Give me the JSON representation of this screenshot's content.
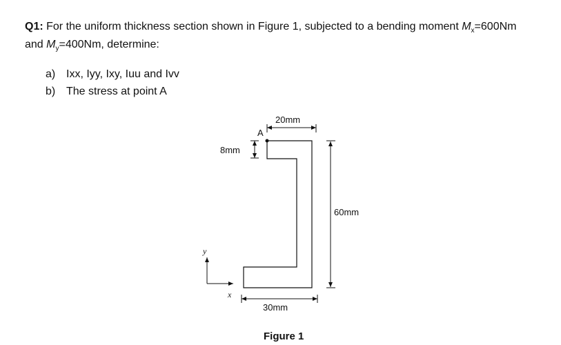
{
  "question": {
    "label": "Q1:",
    "line1_text": " For the uniform thickness section shown in Figure 1, subjected to a bending moment ",
    "mx_symbol": "M",
    "mx_sub": "x",
    "mx_value": "=600Nm",
    "line2_pre": "and ",
    "my_symbol": "M",
    "my_sub": "y",
    "my_value": "=400Nm, determine:"
  },
  "items": [
    {
      "marker": "a)",
      "text": "Ixx, Iyy, Ixy, Iuu and Ivv"
    },
    {
      "marker": "b)",
      "text": "The stress at point A"
    }
  ],
  "figure": {
    "dims": {
      "top_width": "20mm",
      "thickness": "8mm",
      "height": "60mm",
      "bottom_width": "30mm"
    },
    "point_label": "A",
    "axis_x": "x",
    "axis_y": "y",
    "caption": "Figure 1"
  }
}
